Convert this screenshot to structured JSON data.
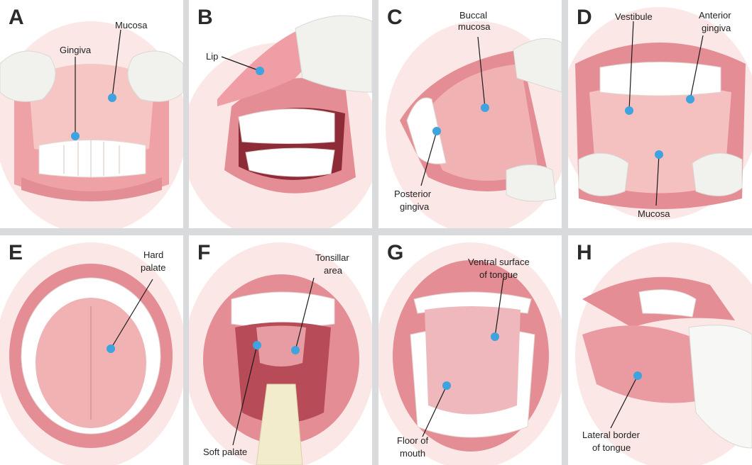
{
  "panels": [
    {
      "letter": "A",
      "labels": [
        "Mucosa",
        "Gingiva"
      ]
    },
    {
      "letter": "B",
      "labels": [
        "Lip"
      ]
    },
    {
      "letter": "C",
      "labels": [
        "Buccal",
        "mucosa",
        "Posterior",
        "gingiva"
      ]
    },
    {
      "letter": "D",
      "labels": [
        "Vestibule",
        "Anterior",
        "gingiva",
        "Mucosa"
      ]
    },
    {
      "letter": "E",
      "labels": [
        "Hard",
        "palate"
      ]
    },
    {
      "letter": "F",
      "labels": [
        "Tonsillar",
        "area",
        "Soft palate"
      ]
    },
    {
      "letter": "G",
      "labels": [
        "Ventral surface",
        "of tongue",
        "Floor of",
        "mouth"
      ]
    },
    {
      "letter": "H",
      "labels": [
        "Lateral border",
        "of tongue"
      ]
    }
  ],
  "colors": {
    "dot": "#3fa3df",
    "lip": "#e8909a",
    "mucosa": "#f2b6b8",
    "teeth": "#ffffff",
    "glove": "#f1f1ee"
  }
}
